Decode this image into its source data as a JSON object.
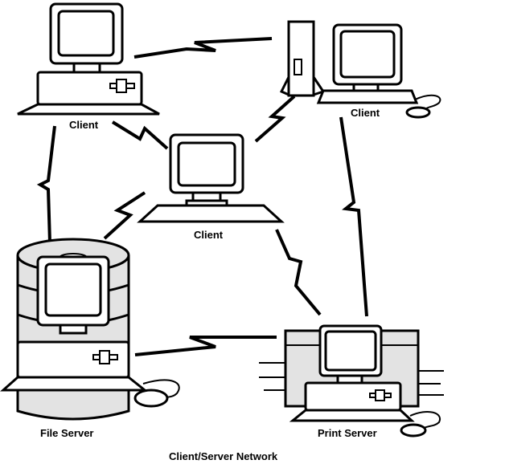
{
  "diagram": {
    "title": "Client/Server Network",
    "nodes": [
      {
        "id": "client_top_left",
        "label": "Client",
        "kind": "desktop"
      },
      {
        "id": "client_top_right",
        "label": "Client",
        "kind": "tower-workstation"
      },
      {
        "id": "client_center",
        "label": "Client",
        "kind": "desktop"
      },
      {
        "id": "file_server",
        "label": "File Server",
        "kind": "file-server"
      },
      {
        "id": "print_server",
        "label": "Print Server",
        "kind": "print-server"
      }
    ],
    "links": [
      {
        "from": "client_top_left",
        "to": "client_top_right"
      },
      {
        "from": "client_top_left",
        "to": "client_center"
      },
      {
        "from": "client_top_left",
        "to": "file_server"
      },
      {
        "from": "client_top_right",
        "to": "client_center"
      },
      {
        "from": "client_top_right",
        "to": "print_server"
      },
      {
        "from": "client_center",
        "to": "file_server"
      },
      {
        "from": "client_center",
        "to": "print_server"
      },
      {
        "from": "file_server",
        "to": "print_server"
      }
    ],
    "colors": {
      "line": "#000000",
      "equipment_fill": "#ffffff",
      "server_shade": "#e3e3e3"
    }
  }
}
